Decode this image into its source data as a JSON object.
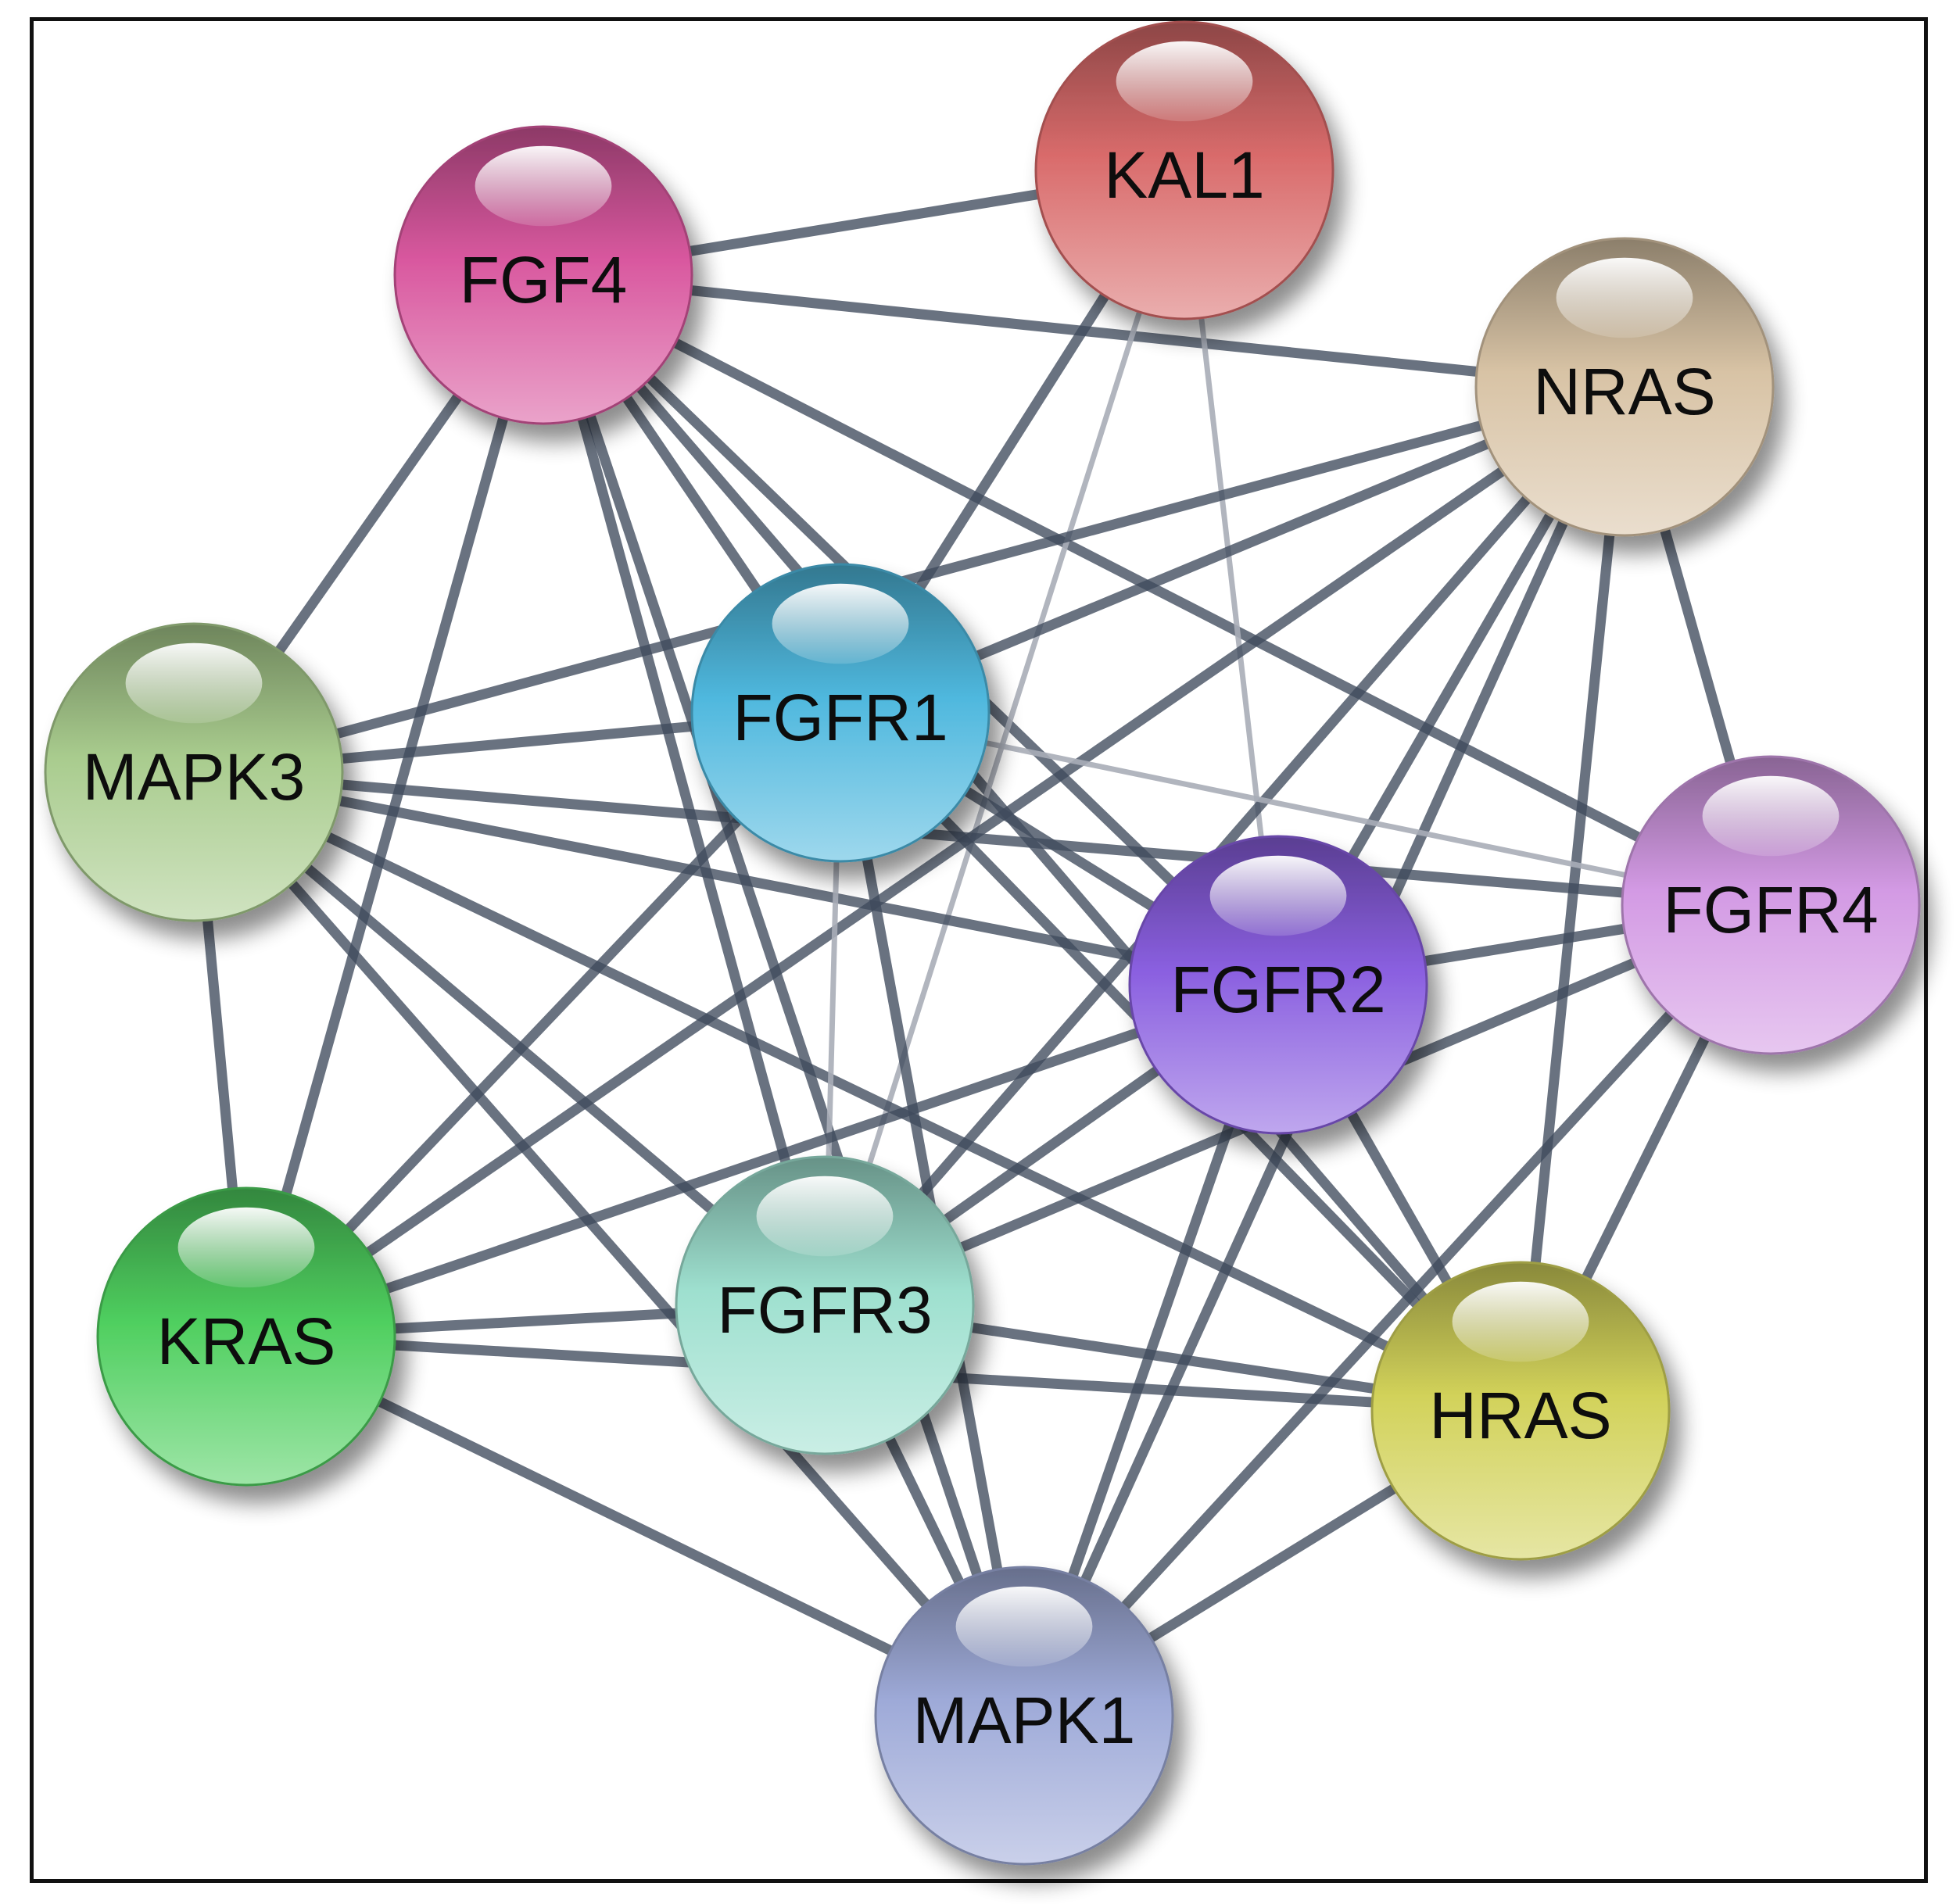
{
  "nodes": [
    {
      "id": "KAL1",
      "label": "KAL1",
      "color": "#d96b6b"
    },
    {
      "id": "FGF4",
      "label": "FGF4",
      "color": "#d9589f"
    },
    {
      "id": "NRAS",
      "label": "NRAS",
      "color": "#d8c3a5"
    },
    {
      "id": "MAPK3",
      "label": "MAPK3",
      "color": "#a9cc8e"
    },
    {
      "id": "FGFR1",
      "label": "FGFR1",
      "color": "#4fb8de"
    },
    {
      "id": "FGFR4",
      "label": "FGFR4",
      "color": "#d39ae4"
    },
    {
      "id": "FGFR2",
      "label": "FGFR2",
      "color": "#8a5fe0"
    },
    {
      "id": "KRAS",
      "label": "KRAS",
      "color": "#4fcf5f"
    },
    {
      "id": "FGFR3",
      "label": "FGFR3",
      "color": "#9ee0cf"
    },
    {
      "id": "HRAS",
      "label": "HRAS",
      "color": "#d2d25a"
    },
    {
      "id": "MAPK1",
      "label": "MAPK1",
      "color": "#9eaad8"
    }
  ],
  "edges": [
    {
      "source": "FGF4",
      "target": "KAL1",
      "strength": "strong"
    },
    {
      "source": "FGF4",
      "target": "NRAS",
      "strength": "strong"
    },
    {
      "source": "FGF4",
      "target": "MAPK3",
      "strength": "strong"
    },
    {
      "source": "FGF4",
      "target": "FGFR1",
      "strength": "strong"
    },
    {
      "source": "FGF4",
      "target": "FGFR2",
      "strength": "strong"
    },
    {
      "source": "FGF4",
      "target": "FGFR3",
      "strength": "strong"
    },
    {
      "source": "FGF4",
      "target": "FGFR4",
      "strength": "strong"
    },
    {
      "source": "FGF4",
      "target": "KRAS",
      "strength": "strong"
    },
    {
      "source": "FGF4",
      "target": "HRAS",
      "strength": "strong"
    },
    {
      "source": "FGF4",
      "target": "MAPK1",
      "strength": "strong"
    },
    {
      "source": "KAL1",
      "target": "FGFR1",
      "strength": "strong"
    },
    {
      "source": "KAL1",
      "target": "FGFR2",
      "strength": "weak"
    },
    {
      "source": "KAL1",
      "target": "FGFR3",
      "strength": "weak"
    },
    {
      "source": "NRAS",
      "target": "MAPK3",
      "strength": "strong"
    },
    {
      "source": "NRAS",
      "target": "FGFR1",
      "strength": "strong"
    },
    {
      "source": "NRAS",
      "target": "FGFR2",
      "strength": "strong"
    },
    {
      "source": "NRAS",
      "target": "FGFR3",
      "strength": "strong"
    },
    {
      "source": "NRAS",
      "target": "FGFR4",
      "strength": "strong"
    },
    {
      "source": "NRAS",
      "target": "KRAS",
      "strength": "strong"
    },
    {
      "source": "NRAS",
      "target": "HRAS",
      "strength": "strong"
    },
    {
      "source": "NRAS",
      "target": "MAPK1",
      "strength": "strong"
    },
    {
      "source": "MAPK3",
      "target": "FGFR1",
      "strength": "strong"
    },
    {
      "source": "MAPK3",
      "target": "FGFR2",
      "strength": "strong"
    },
    {
      "source": "MAPK3",
      "target": "FGFR3",
      "strength": "strong"
    },
    {
      "source": "MAPK3",
      "target": "FGFR4",
      "strength": "strong"
    },
    {
      "source": "MAPK3",
      "target": "KRAS",
      "strength": "strong"
    },
    {
      "source": "MAPK3",
      "target": "HRAS",
      "strength": "strong"
    },
    {
      "source": "MAPK3",
      "target": "MAPK1",
      "strength": "strong"
    },
    {
      "source": "FGFR1",
      "target": "FGFR2",
      "strength": "strong"
    },
    {
      "source": "FGFR1",
      "target": "FGFR3",
      "strength": "weak"
    },
    {
      "source": "FGFR1",
      "target": "FGFR4",
      "strength": "weak"
    },
    {
      "source": "FGFR1",
      "target": "KRAS",
      "strength": "strong"
    },
    {
      "source": "FGFR1",
      "target": "HRAS",
      "strength": "strong"
    },
    {
      "source": "FGFR1",
      "target": "MAPK1",
      "strength": "strong"
    },
    {
      "source": "FGFR2",
      "target": "FGFR3",
      "strength": "strong"
    },
    {
      "source": "FGFR2",
      "target": "FGFR4",
      "strength": "strong"
    },
    {
      "source": "FGFR2",
      "target": "KRAS",
      "strength": "strong"
    },
    {
      "source": "FGFR2",
      "target": "HRAS",
      "strength": "strong"
    },
    {
      "source": "FGFR2",
      "target": "MAPK1",
      "strength": "strong"
    },
    {
      "source": "FGFR3",
      "target": "KRAS",
      "strength": "strong"
    },
    {
      "source": "FGFR3",
      "target": "FGFR4",
      "strength": "strong"
    },
    {
      "source": "FGFR3",
      "target": "HRAS",
      "strength": "strong"
    },
    {
      "source": "FGFR3",
      "target": "MAPK1",
      "strength": "strong"
    },
    {
      "source": "FGFR4",
      "target": "HRAS",
      "strength": "strong"
    },
    {
      "source": "FGFR4",
      "target": "MAPK1",
      "strength": "strong"
    },
    {
      "source": "KRAS",
      "target": "HRAS",
      "strength": "strong"
    },
    {
      "source": "KRAS",
      "target": "MAPK1",
      "strength": "strong"
    },
    {
      "source": "HRAS",
      "target": "MAPK1",
      "strength": "strong"
    }
  ],
  "colors": {
    "edge_strong": "#3f4a5c",
    "edge_weak": "#a8adb7",
    "border": "#111111",
    "label": "#111111"
  }
}
